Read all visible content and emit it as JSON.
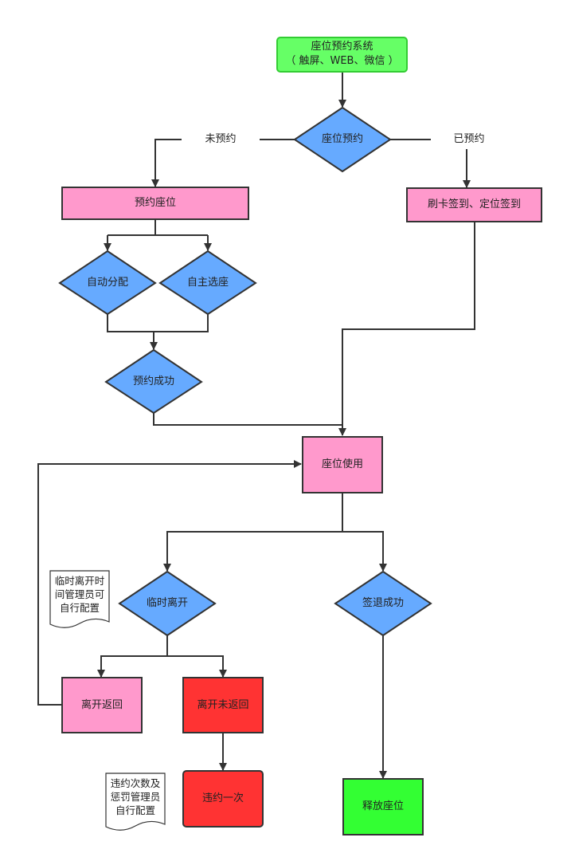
{
  "nodes": {
    "system": {
      "line1": "座位预约系统",
      "line2": "（ 触屏、WEB、微信 ）",
      "fill": "#66ff66",
      "stroke": "#33cc33"
    },
    "reserve_decision": {
      "label": "座位预约",
      "fill": "#66aaff"
    },
    "not_reserved_label": "未预约",
    "reserved_label": "已预约",
    "book_seat": {
      "label": "预约座位",
      "fill": "#ff99cc"
    },
    "card_checkin": {
      "label": "刷卡签到、定位签到",
      "fill": "#ff99cc"
    },
    "auto_assign": {
      "label": "自动分配",
      "fill": "#66aaff"
    },
    "self_select": {
      "label": "自主选座",
      "fill": "#66aaff"
    },
    "book_success": {
      "label": "预约成功",
      "fill": "#66aaff"
    },
    "seat_in_use": {
      "label": "座位使用",
      "fill": "#ff99cc"
    },
    "temp_leave": {
      "label": "临时离开",
      "fill": "#66aaff"
    },
    "checkout_success": {
      "label": "签退成功",
      "fill": "#66aaff"
    },
    "leave_return": {
      "label": "离开返回",
      "fill": "#ff99cc"
    },
    "leave_no_return": {
      "label": "离开未返回",
      "fill": "#ff3333"
    },
    "violation": {
      "label": "违约一次",
      "fill": "#ff3333"
    },
    "release_seat": {
      "label": "释放座位",
      "fill": "#33ff33"
    },
    "note_temp_leave": {
      "text": "临时离开时\n间管理员可\n自行配置"
    },
    "note_violation": {
      "text": "违约次数及\n惩罚管理员\n自行配置"
    }
  }
}
